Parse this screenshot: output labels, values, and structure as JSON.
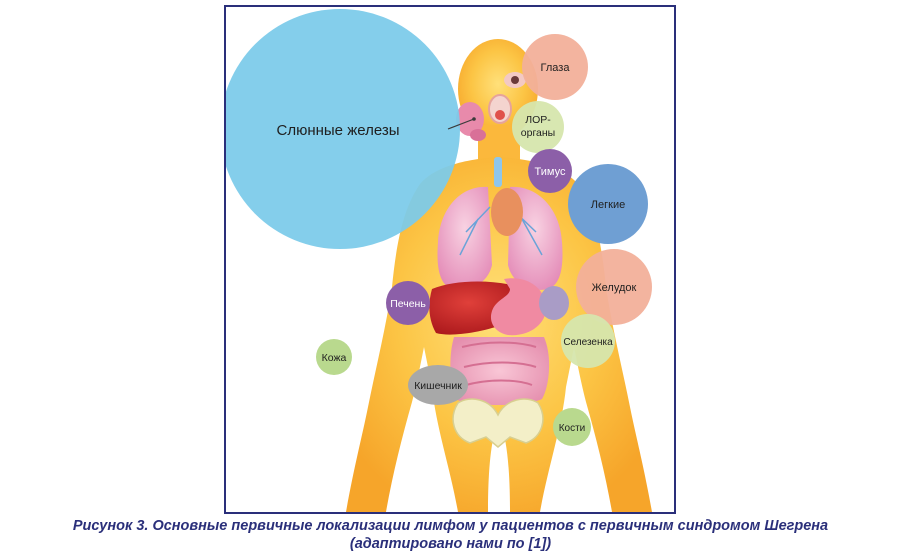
{
  "figure": {
    "caption_line1": "Рисунок 3. Основные первичные локализации лимфом у пациентов с первичным синдромом Шегрена",
    "caption_line2": "(адаптировано нами по [1])"
  },
  "bubbles": [
    {
      "id": "salivary",
      "label": "Слюнные железы",
      "color": "#7ccbea"
    },
    {
      "id": "eyes",
      "label": "Глаза",
      "color": "#f2b09a"
    },
    {
      "id": "ent",
      "label_line1": "ЛОР-",
      "label_line2": "органы",
      "color": "#d6e6ad"
    },
    {
      "id": "thymus",
      "label": "Тимус",
      "color": "#8c5fa8"
    },
    {
      "id": "lungs",
      "label": "Легкие",
      "color": "#6f9fd3"
    },
    {
      "id": "stomach",
      "label": "Желудок",
      "color": "#f2b09a"
    },
    {
      "id": "liver",
      "label": "Печень",
      "color": "#8c5fa8"
    },
    {
      "id": "spleen",
      "label": "Селезенка",
      "color": "#d6e6ad"
    },
    {
      "id": "skin",
      "label": "Кожа",
      "color": "#b9d98e"
    },
    {
      "id": "intestine",
      "label": "Кишечник",
      "color": "#a8a8a8"
    },
    {
      "id": "bones",
      "label": "Кости",
      "color": "#b9d98e"
    }
  ],
  "colors": {
    "frame_border": "#2a2f7a",
    "caption_text": "#2a2f7a",
    "body_fill": "#fbb13a",
    "body_glow": "#ffe89a"
  }
}
